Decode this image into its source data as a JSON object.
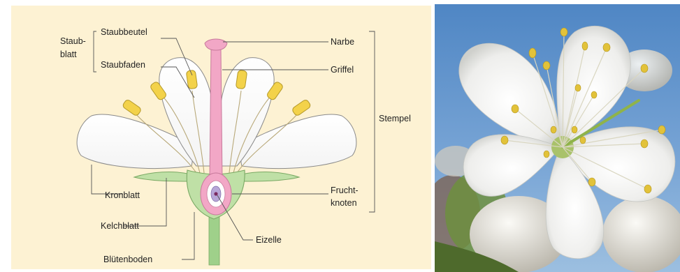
{
  "diagram": {
    "labels": {
      "staubblatt_line1": "Staub-",
      "staubblatt_line2": "blatt",
      "staubbeutel": "Staubbeutel",
      "staubfaden": "Staubfaden",
      "narbe": "Narbe",
      "griffel": "Griffel",
      "stempel": "Stempel",
      "fruchtknoten_line1": "Frucht-",
      "fruchtknoten_line2": "knoten",
      "kronblatt": "Kronblatt",
      "kelchblatt": "Kelchblatt",
      "eizelle": "Eizelle",
      "bluetenboden": "Blütenboden"
    },
    "colors": {
      "background": "#fdf2d3",
      "petal": "#ffffff",
      "anther": "#f3d24a",
      "pistil": "#f2a7c6",
      "sepal": "#bfe0a6",
      "stem": "#9fd08a",
      "leader_line": "#555555"
    }
  },
  "photo": {
    "subject": "white-flower-photo",
    "colors": {
      "sky": "#5a8fc9",
      "petal": "#f4f4f2",
      "stamen": "#e2c23a",
      "bud": "#e8e6e0",
      "leaf": "#6d8f3e"
    }
  }
}
